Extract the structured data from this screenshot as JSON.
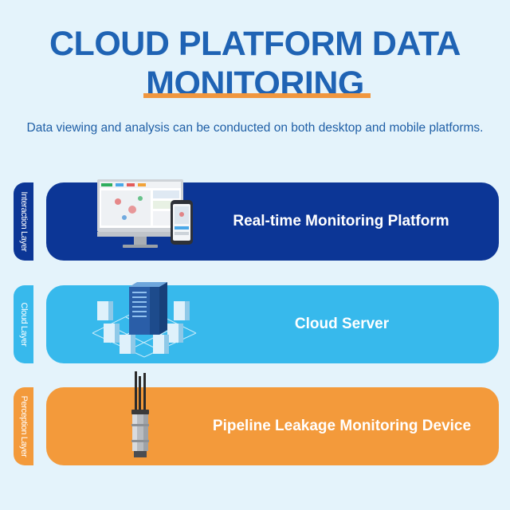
{
  "title": {
    "line1": "CLOUD PLATFORM DATA",
    "line2": "MONITORING"
  },
  "subtitle": "Data viewing and analysis can be conducted on both desktop and mobile platforms.",
  "layers": [
    {
      "side_label": "Interaction Layer",
      "label": "Real-time Monitoring Platform",
      "color": "#0c3696",
      "icon": "monitor-and-phone-icon"
    },
    {
      "side_label": "Cloud Layer",
      "label": "Cloud Server",
      "color": "#37b9ec",
      "icon": "server-rack-icon"
    },
    {
      "side_label": "Perception Layer",
      "label": "Pipeline Leakage Monitoring Device",
      "color": "#f39a3b",
      "icon": "antenna-device-icon"
    }
  ],
  "colors": {
    "background": "#e4f3fb",
    "title": "#1f63b4",
    "accent_underline": "#f0973f"
  }
}
